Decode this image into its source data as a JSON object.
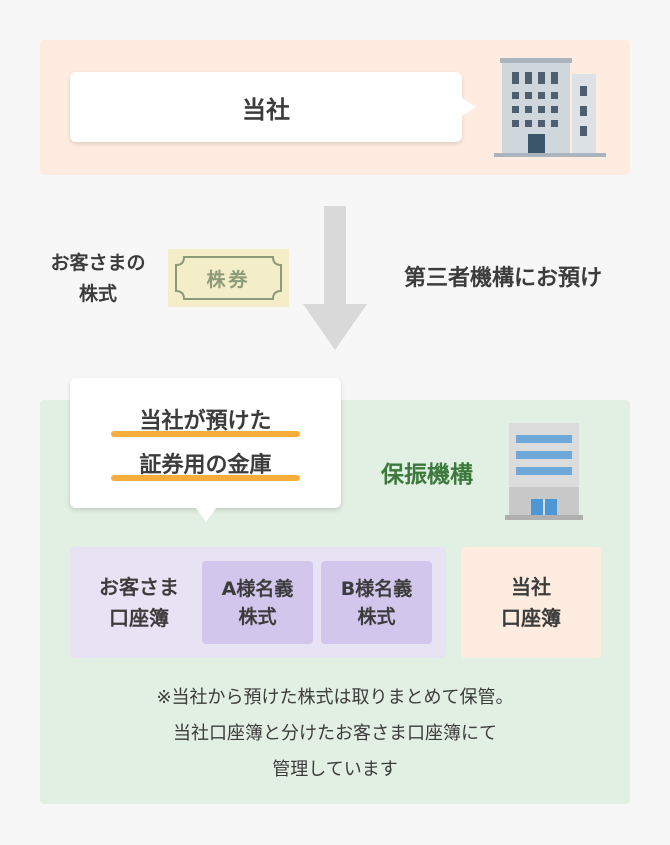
{
  "company": {
    "label": "当社"
  },
  "transfer": {
    "customer_stock_label": [
      "お客さまの",
      "株式"
    ],
    "certificate_text": "株券",
    "deposit_label": "第三者機構にお預け"
  },
  "custodian": {
    "vault_title": [
      "当社が預けた",
      "証券用の金庫"
    ],
    "org_name": "保振機構",
    "customer_ledger": {
      "label": [
        "お客さま",
        "口座簿"
      ],
      "accounts": [
        {
          "line1": "A様名義",
          "line2": "株式"
        },
        {
          "line1": "B様名義",
          "line2": "株式"
        }
      ]
    },
    "company_ledger": [
      "当社",
      "口座簿"
    ],
    "note": [
      "※当社から預けた株式は取りまとめて保管。",
      "当社口座簿と分けたお客さま口座簿にて",
      "管理しています"
    ]
  },
  "colors": {
    "top_band": "#fdecdf",
    "bottom_band": "#e2efe3",
    "customer_ledger": "#e8e2f5",
    "account_box": "#d3c6ec",
    "accent_underline": "#f5ad3b",
    "org_text": "#3b7a3c"
  },
  "icons": [
    "company-building-icon",
    "down-arrow-icon",
    "stock-certificate-icon",
    "custodian-building-icon"
  ]
}
